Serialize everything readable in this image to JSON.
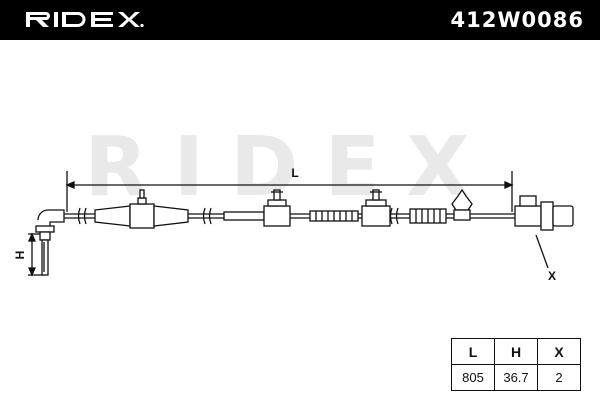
{
  "header": {
    "brand": "RIDEX",
    "part_number": "412W0086"
  },
  "watermark": {
    "text": "RIDEX"
  },
  "drawing": {
    "labels": {
      "length": "L",
      "height": "H",
      "connector": "X"
    }
  },
  "spec_table": {
    "columns": [
      "L",
      "H",
      "X"
    ],
    "values": [
      "805",
      "36.7",
      "2"
    ]
  },
  "colors": {
    "header_bg": "#000000",
    "watermark": "#e7e7e7",
    "line": "#111111"
  }
}
